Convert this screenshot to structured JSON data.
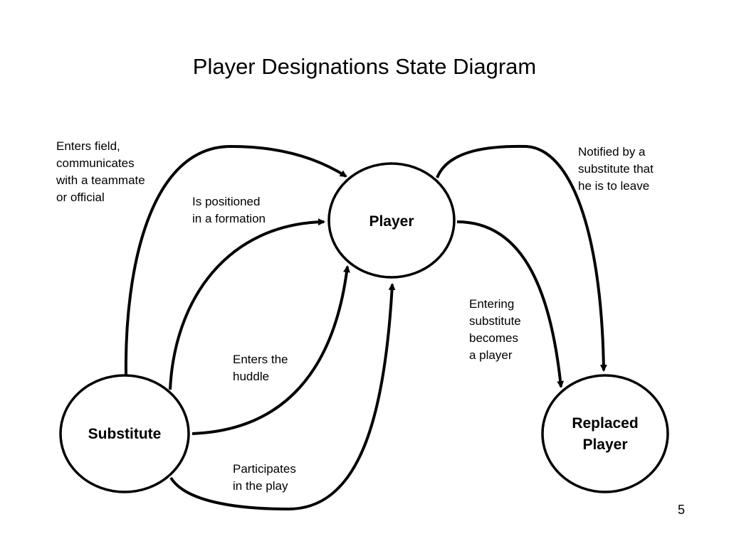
{
  "title": "Player Designations State Diagram",
  "states": {
    "player": "Player",
    "substitute": "Substitute",
    "replaced_player": "Replaced\nPlayer"
  },
  "transitions": {
    "enters_field": "Enters field,\ncommunicates\nwith a teammate\nor official",
    "positioned": "Is positioned\nin a formation",
    "enters_huddle": "Enters the\nhuddle",
    "participates": "Participates\nin the play",
    "notified": "Notified by a\nsubstitute that\nhe is to leave",
    "entering_substitute": "Entering\nsubstitute\nbecomes\na player"
  },
  "page_number": "5"
}
